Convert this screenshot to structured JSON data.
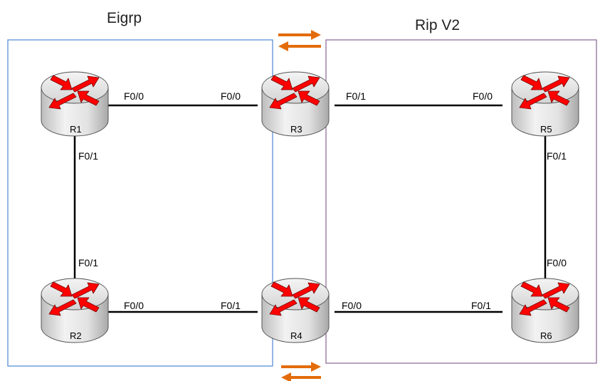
{
  "regions": {
    "left": {
      "title": "Eigrp",
      "border_color": "#5b8fd6"
    },
    "right": {
      "title": "Rip V2",
      "border_color": "#8e6f9c"
    }
  },
  "routers": [
    {
      "id": "R1",
      "label": "R1"
    },
    {
      "id": "R2",
      "label": "R2"
    },
    {
      "id": "R3",
      "label": "R3"
    },
    {
      "id": "R4",
      "label": "R4"
    },
    {
      "id": "R5",
      "label": "R5"
    },
    {
      "id": "R6",
      "label": "R6"
    }
  ],
  "links": [
    {
      "from": "R1",
      "to": "R3",
      "from_port": "F0/0",
      "to_port": "F0/0"
    },
    {
      "from": "R3",
      "to": "R5",
      "from_port": "F0/1",
      "to_port": "F0/0"
    },
    {
      "from": "R1",
      "to": "R2",
      "from_port": "F0/1",
      "to_port": "F0/1"
    },
    {
      "from": "R2",
      "to": "R4",
      "from_port": "F0/0",
      "to_port": "F0/1"
    },
    {
      "from": "R4",
      "to": "R6",
      "from_port": "F0/0",
      "to_port": "F0/1"
    },
    {
      "from": "R5",
      "to": "R6",
      "from_port": "F0/1",
      "to_port": "F0/0"
    }
  ],
  "redistribution_arrow_color": "#e36c0a",
  "colors": {
    "router_body": "#d9d9d9",
    "router_top": "#e6e6e6",
    "router_arrow": "#ff0000",
    "link": "#000000"
  }
}
